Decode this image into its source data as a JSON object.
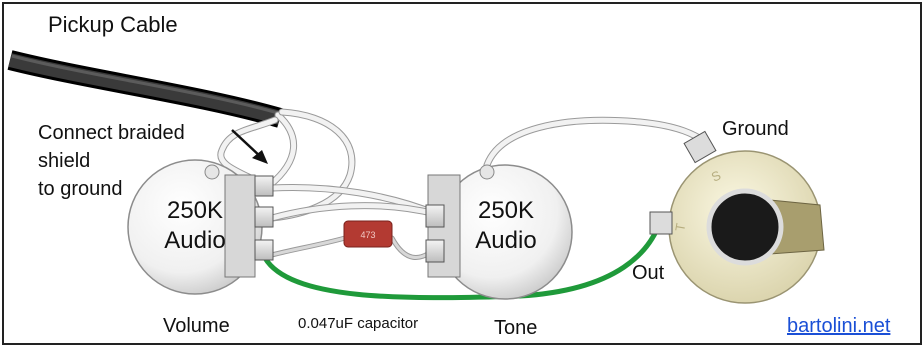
{
  "labels": {
    "pickup_cable": "Pickup Cable",
    "connect_line1": "Connect braided",
    "connect_line2": "shield",
    "connect_line3": "to ground",
    "ground": "Ground",
    "out": "Out",
    "volume": "Volume",
    "tone": "Tone",
    "capacitor": "0.047uF capacitor",
    "website": "bartolini.net"
  },
  "pots": [
    {
      "value": "250K",
      "taper": "Audio"
    },
    {
      "value": "250K",
      "taper": "Audio"
    }
  ],
  "capacitor_code": "473",
  "jack_markings": {
    "sleeve": "S",
    "tip": "T"
  },
  "colors": {
    "cable": "#1e1e1e",
    "wire_white": "#eeeeee",
    "wire_green": "#1f9a3a",
    "capacitor": "#b33a32",
    "jack": "#eee9c8",
    "link": "#1a4fd6"
  }
}
